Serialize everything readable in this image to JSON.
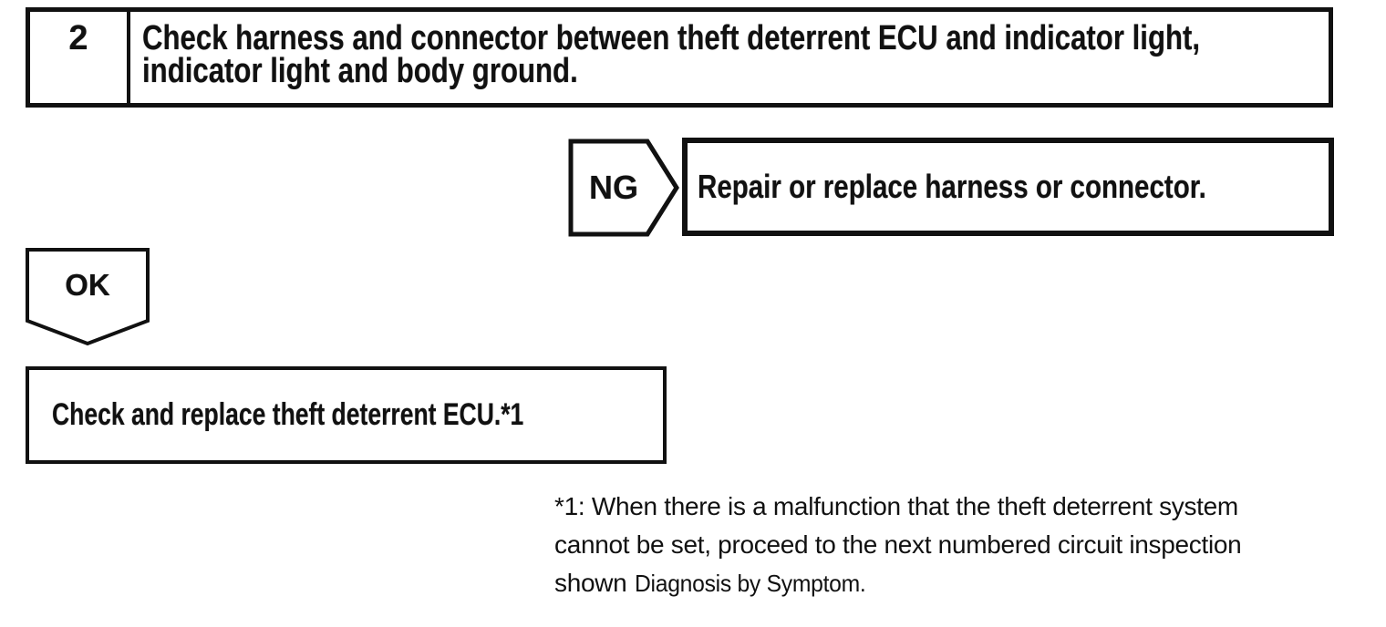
{
  "page": {
    "colors": {
      "ink": "#111111",
      "paper": "#ffffff"
    }
  },
  "flowchart": {
    "step": {
      "number": "2",
      "instruction_line1": "Check harness and connector between theft deterrent ECU and indicator light,",
      "instruction_line2": "indicator light and body ground."
    },
    "ng_branch": {
      "label": "NG",
      "action": "Repair or replace harness or connector."
    },
    "ok_branch": {
      "label": "OK",
      "action": "Check and replace theft deterrent ECU.*1"
    },
    "footnote": {
      "line1": "*1: When there is a malfunction that the theft deterrent system",
      "line2": "cannot be set, proceed to the next numbered circuit inspection",
      "line3_prefix": "shown",
      "line3_reference": "Diagnosis by Symptom."
    }
  }
}
